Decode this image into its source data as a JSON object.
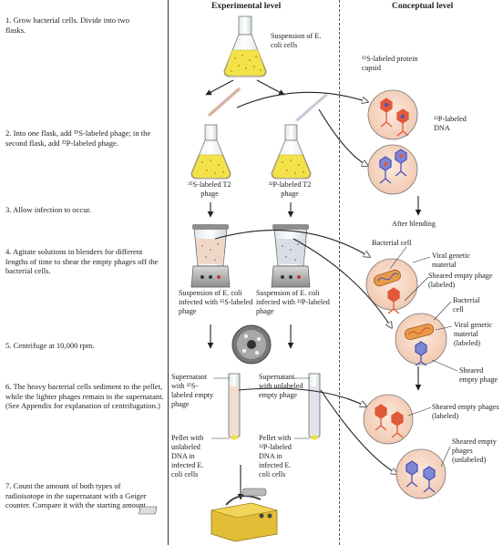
{
  "headers": {
    "experimental": "Experimental level",
    "conceptual": "Conceptual level"
  },
  "steps": [
    "1. Grow bacterial cells. Divide into two flasks.",
    "2. Into one flask, add ³⁵S-labeled phage; in the second flask, add ³²P-labeled phage.",
    "3. Allow infection to occur.",
    "4. Agitate solutions in blenders for different lengths of time to shear the empty phages off the bacterial cells.",
    "5. Centrifuge at 10,000 rpm.",
    "6. The heavy bacterial cells sediment to the pellet, while the lighter phages remain in the supernatant. (See Appendix for explanation of centrifugation.)",
    "7. Count the amount of both types of radioisotope in the supernatant with a Geiger counter. Compare it with the starting amount."
  ],
  "experimental": {
    "suspension_ecoli": "Suspension of E. coli cells",
    "flask_35s": "³⁵S-labeled T2 phage",
    "flask_32p": "³²P-labeled T2 phage",
    "blender_35s": "Suspension of E. coli infected with ³⁵S-labeled phage",
    "blender_32p": "Suspension of E. coli infected with ³²P-labeled phage",
    "supernatant_35s": "Supernatant with ³⁵S-labeled empty phage",
    "supernatant_32p": "Supernatant with unlabeled empty phage",
    "pellet_35s": "Pellet with unlabeled DNA in infected E. coli cells",
    "pellet_32p": "Pellet with ³²P-labeled DNA in infected E. coli cells"
  },
  "conceptual": {
    "protein_capsid": "³⁵S-labeled protein capsid",
    "dna_32p": "³²P-labeled DNA",
    "after_blending": "After blending",
    "bacterial_cell": "Bacterial cell",
    "viral_genetic_material": "Viral genetic material",
    "sheared_empty_phage_labeled": "Sheared empty phage (labeled)",
    "bacterial_cell_2": "Bacterial cell",
    "viral_genetic_material_labeled": "Viral genetic material (labeled)",
    "sheared_empty_phage": "Sheared empty phage",
    "sheared_empty_phages_labeled": "Sheared empty phages (labeled)",
    "sheared_empty_phages_unlabeled": "Sheared empty phages (unlabeled)"
  },
  "colors": {
    "medium_yellow": "#f3e24a",
    "protein_red": "#e05a3a",
    "dna_blue": "#4e55b8",
    "circle_fill": "#f6dccb",
    "cell_pink": "#f3b6a5",
    "rod_orange": "#e79a4a"
  }
}
